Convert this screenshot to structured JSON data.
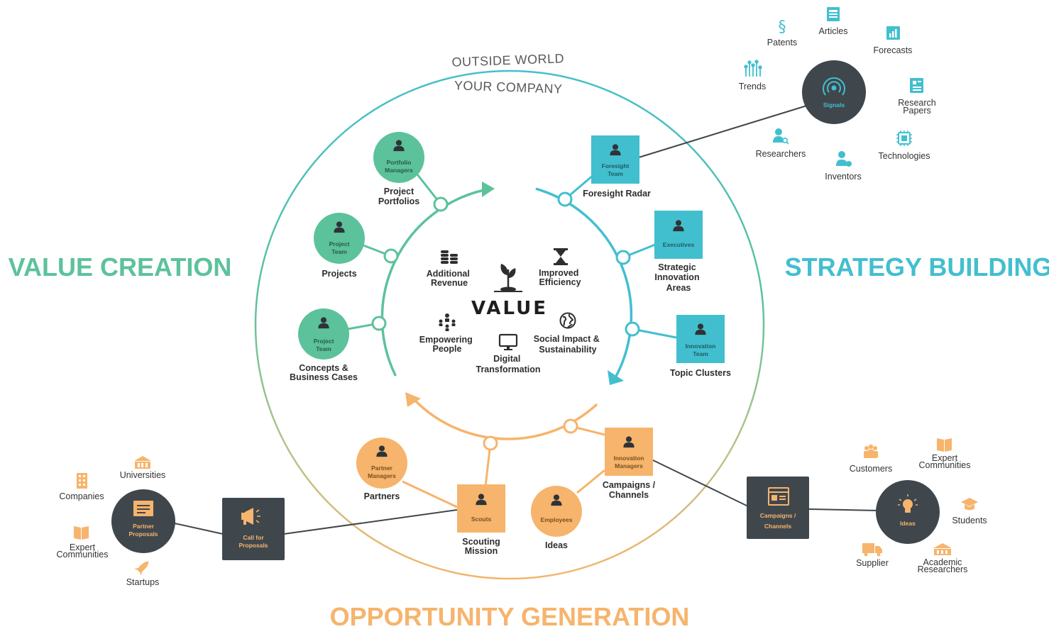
{
  "colors": {
    "green": "#5cc29b",
    "teal": "#42bfcf",
    "orange": "#f6b46c",
    "dark": "#3f474d",
    "text": "#2e2e2e"
  },
  "headings": {
    "value_creation": "VALUE CREATION",
    "strategy_building": "STRATEGY BUILDING",
    "opportunity_generation": "OPPORTUNITY GENERATION"
  },
  "rings": {
    "outside": "OUTSIDE WORLD",
    "company": "YOUR COMPANY"
  },
  "center": {
    "title": "VALUE",
    "items": [
      {
        "icon": "coins-icon",
        "lines": [
          "Additional",
          "Revenue"
        ]
      },
      {
        "icon": "hourglass-icon",
        "lines": [
          "Improved",
          "Efficiency"
        ]
      },
      {
        "icon": "people-network-icon",
        "lines": [
          "Empowering",
          "People"
        ]
      },
      {
        "icon": "globe-icon",
        "lines": [
          "Social Impact &",
          "Sustainability"
        ]
      },
      {
        "icon": "monitor-icon",
        "lines": [
          "Digital",
          "Transformation"
        ]
      }
    ]
  },
  "nodes": [
    {
      "id": "portfolio",
      "shape": "circle",
      "color": "green",
      "inner": [
        "Portfolio",
        "Managers"
      ],
      "label": [
        "Project",
        "Portfolios"
      ]
    },
    {
      "id": "projects",
      "shape": "circle",
      "color": "green",
      "inner": [
        "Project",
        "Team"
      ],
      "label": [
        "Projects"
      ]
    },
    {
      "id": "concepts",
      "shape": "circle",
      "color": "green",
      "inner": [
        "Project",
        "Team"
      ],
      "label": [
        "Concepts &",
        "Business Cases"
      ]
    },
    {
      "id": "foresight",
      "shape": "square",
      "color": "teal",
      "inner": [
        "Foresight",
        "Team"
      ],
      "label": [
        "Foresight Radar"
      ]
    },
    {
      "id": "executives",
      "shape": "square",
      "color": "teal",
      "inner": [
        "Executives"
      ],
      "label": [
        "Strategic",
        "Innovation",
        "Areas"
      ]
    },
    {
      "id": "topic",
      "shape": "square",
      "color": "teal",
      "inner": [
        "Innovation",
        "Team"
      ],
      "label": [
        "Topic Clusters"
      ]
    },
    {
      "id": "partners",
      "shape": "circle",
      "color": "orange",
      "inner": [
        "Partner",
        "Managers"
      ],
      "label": [
        "Partners"
      ]
    },
    {
      "id": "scouting",
      "shape": "square",
      "color": "orange",
      "inner": [
        "Scouts"
      ],
      "label": [
        "Scouting",
        "Mission"
      ]
    },
    {
      "id": "ideas",
      "shape": "circle",
      "color": "orange",
      "inner": [
        "Employees"
      ],
      "label": [
        "Ideas"
      ]
    },
    {
      "id": "campaigns",
      "shape": "square",
      "color": "orange",
      "inner": [
        "Innovation",
        "Managers"
      ],
      "label": [
        "Campaigns /",
        "Channels"
      ]
    }
  ],
  "hubs": {
    "signals": {
      "label": "Signals",
      "icon": "signal-icon"
    },
    "ideas_hub": {
      "label": "Ideas",
      "icon": "lightbulb-icon"
    },
    "campaigns_box": {
      "label": [
        "Campaigns /",
        "Channels"
      ],
      "icon": "browser-window-icon"
    },
    "partner_proposals": {
      "label": [
        "Partner",
        "Proposals"
      ],
      "icon": "document-icon"
    },
    "call_for_proposals": {
      "label": [
        "Call for",
        "Proposals"
      ],
      "icon": "megaphone-icon"
    }
  },
  "signal_sources": [
    {
      "icon": "section-sign-icon",
      "lines": [
        "Patents"
      ]
    },
    {
      "icon": "article-icon",
      "lines": [
        "Articles"
      ]
    },
    {
      "icon": "chart-icon",
      "lines": [
        "Forecasts"
      ]
    },
    {
      "icon": "trends-icon",
      "lines": [
        "Trends"
      ]
    },
    {
      "icon": "research-paper-icon",
      "lines": [
        "Research",
        "Papers"
      ]
    },
    {
      "icon": "researcher-icon",
      "lines": [
        "Researchers"
      ]
    },
    {
      "icon": "chip-icon",
      "lines": [
        "Technologies"
      ]
    },
    {
      "icon": "inventor-icon",
      "lines": [
        "Inventors"
      ]
    }
  ],
  "idea_sources": [
    {
      "icon": "customers-icon",
      "lines": [
        "Customers"
      ]
    },
    {
      "icon": "book-icon",
      "lines": [
        "Expert",
        "Communities"
      ]
    },
    {
      "icon": "graduation-cap-icon",
      "lines": [
        "Students"
      ]
    },
    {
      "icon": "truck-icon",
      "lines": [
        "Supplier"
      ]
    },
    {
      "icon": "institution-icon",
      "lines": [
        "Academic",
        "Researchers"
      ]
    }
  ],
  "partner_sources": [
    {
      "icon": "university-icon",
      "lines": [
        "Universities"
      ]
    },
    {
      "icon": "building-icon",
      "lines": [
        "Companies"
      ]
    },
    {
      "icon": "book-icon",
      "lines": [
        "Expert",
        "Communities"
      ]
    },
    {
      "icon": "rocket-icon",
      "lines": [
        "Startups"
      ]
    }
  ]
}
